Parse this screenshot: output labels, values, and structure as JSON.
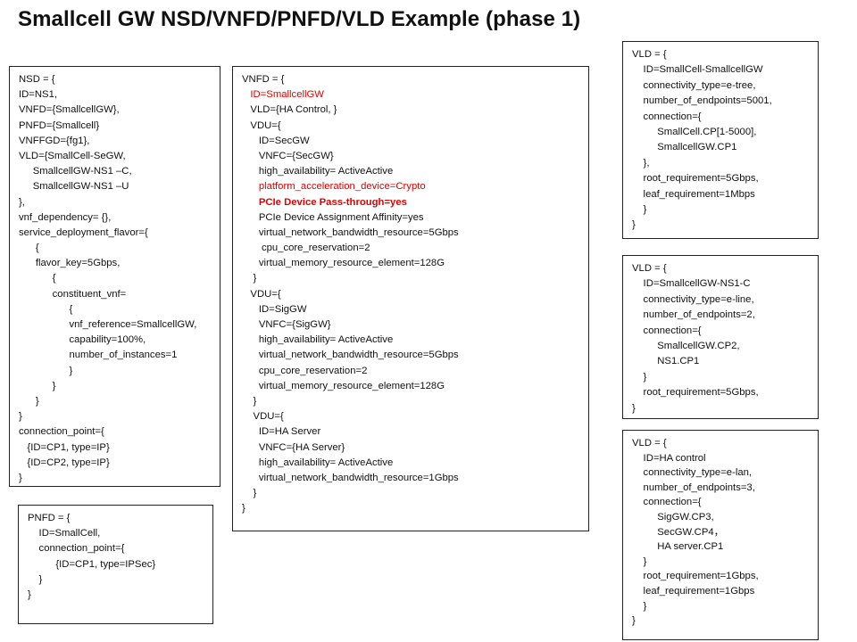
{
  "title": "Smallcell GW NSD/VNFD/PNFD/VLD Example (phase 1)",
  "boxes": {
    "nsd": {
      "lines": [
        {
          "text": "NSD = {"
        },
        {
          "text": "ID=NS1,"
        },
        {
          "text": "VNFD={SmallcellGW},"
        },
        {
          "text": "PNFD={Smallcell}"
        },
        {
          "text": "VNFFGD={fg1},"
        },
        {
          "text": "VLD={SmallCell-SeGW,"
        },
        {
          "text": "     SmallcellGW-NS1 –C,"
        },
        {
          "text": "     SmallcellGW-NS1 –U"
        },
        {
          "text": "},"
        },
        {
          "text": "vnf_dependency= {},"
        },
        {
          "text": "service_deployment_flavor={"
        },
        {
          "text": "      {"
        },
        {
          "text": "      flavor_key=5Gbps,"
        },
        {
          "text": "            {"
        },
        {
          "text": "            constituent_vnf="
        },
        {
          "text": "                  {"
        },
        {
          "text": "                  vnf_reference=SmallcellGW,"
        },
        {
          "text": "                  capability=100%,"
        },
        {
          "text": "                  number_of_instances=1"
        },
        {
          "text": "                  }"
        },
        {
          "text": "            }"
        },
        {
          "text": "      }"
        },
        {
          "text": "}"
        },
        {
          "text": "connection_point={"
        },
        {
          "text": "   {ID=CP1, type=IP}"
        },
        {
          "text": "   {ID=CP2, type=IP}"
        },
        {
          "text": "}"
        }
      ]
    },
    "pnfd": {
      "lines": [
        {
          "text": "PNFD = {"
        },
        {
          "text": "    ID=SmallCell,"
        },
        {
          "text": "    connection_point={"
        },
        {
          "text": "          {ID=CP1, type=IPSec}"
        },
        {
          "text": "    }"
        },
        {
          "text": "}"
        }
      ]
    },
    "vnfd": {
      "lines": [
        {
          "text": "VNFD = {"
        },
        {
          "text": "   ID=SmallcellGW",
          "style": "red"
        },
        {
          "text": "   VLD={HA Control, }"
        },
        {
          "text": "   VDU={"
        },
        {
          "text": "      ID=SecGW"
        },
        {
          "text": "      VNFC={SecGW}"
        },
        {
          "text": "      high_availability= ActiveActive"
        },
        {
          "text": "      platform_acceleration_device=Crypto",
          "style": "red"
        },
        {
          "text": "      PCIe Device Pass-through=yes",
          "style": "red bold"
        },
        {
          "text": "      PCIe Device Assignment Affinity=yes"
        },
        {
          "text": "      virtual_network_bandwidth_resource=5Gbps"
        },
        {
          "text": "       cpu_core_reservation=2"
        },
        {
          "text": "      virtual_memory_resource_element=128G"
        },
        {
          "text": "    }"
        },
        {
          "text": "   VDU={"
        },
        {
          "text": "      ID=SigGW"
        },
        {
          "text": "      VNFC={SigGW}"
        },
        {
          "text": "      high_availability= ActiveActive"
        },
        {
          "text": "      virtual_network_bandwidth_resource=5Gbps"
        },
        {
          "text": "      cpu_core_reservation=2"
        },
        {
          "text": "      virtual_memory_resource_element=128G"
        },
        {
          "text": "    }"
        },
        {
          "text": "    VDU={"
        },
        {
          "text": "      ID=HA Server"
        },
        {
          "text": "      VNFC={HA Server}"
        },
        {
          "text": "      high_availability= ActiveActive"
        },
        {
          "text": "      virtual_network_bandwidth_resource=1Gbps"
        },
        {
          "text": "    }"
        },
        {
          "text": "}"
        }
      ]
    },
    "vld1": {
      "lines": [
        {
          "text": "VLD = {"
        },
        {
          "text": "    ID=SmallCell-SmallcellGW"
        },
        {
          "text": "    connectivity_type=e-tree,"
        },
        {
          "text": "    number_of_endpoints=5001,"
        },
        {
          "text": "    connection={"
        },
        {
          "text": "         SmallCell.CP[1-5000],"
        },
        {
          "text": "         SmallcellGW.CP1"
        },
        {
          "text": "    },"
        },
        {
          "text": "    root_requirement=5Gbps,"
        },
        {
          "text": "    leaf_requirement=1Mbps"
        },
        {
          "text": "    }"
        },
        {
          "text": "}"
        }
      ]
    },
    "vld2": {
      "lines": [
        {
          "text": "VLD = {"
        },
        {
          "text": "    ID=SmallcellGW-NS1-C"
        },
        {
          "text": "    connectivity_type=e-line,"
        },
        {
          "text": "    number_of_endpoints=2,"
        },
        {
          "text": "    connection={"
        },
        {
          "text": "         SmallcellGW.CP2,"
        },
        {
          "text": "         NS1.CP1"
        },
        {
          "text": "    }"
        },
        {
          "text": "    root_requirement=5Gbps,"
        },
        {
          "text": "}"
        }
      ]
    },
    "vld3": {
      "lines": [
        {
          "text": "VLD = {"
        },
        {
          "text": "    ID=HA control"
        },
        {
          "text": "    connectivity_type=e-lan,"
        },
        {
          "text": "    number_of_endpoints=3,"
        },
        {
          "text": "    connection={"
        },
        {
          "text": "         SigGW.CP3,"
        },
        {
          "text": "         SecGW.CP4，"
        },
        {
          "text": "         HA server.CP1"
        },
        {
          "text": "    }"
        },
        {
          "text": "    root_requirement=1Gbps,"
        },
        {
          "text": "    leaf_requirement=1Gbps"
        },
        {
          "text": "    }"
        },
        {
          "text": "}"
        }
      ]
    }
  }
}
